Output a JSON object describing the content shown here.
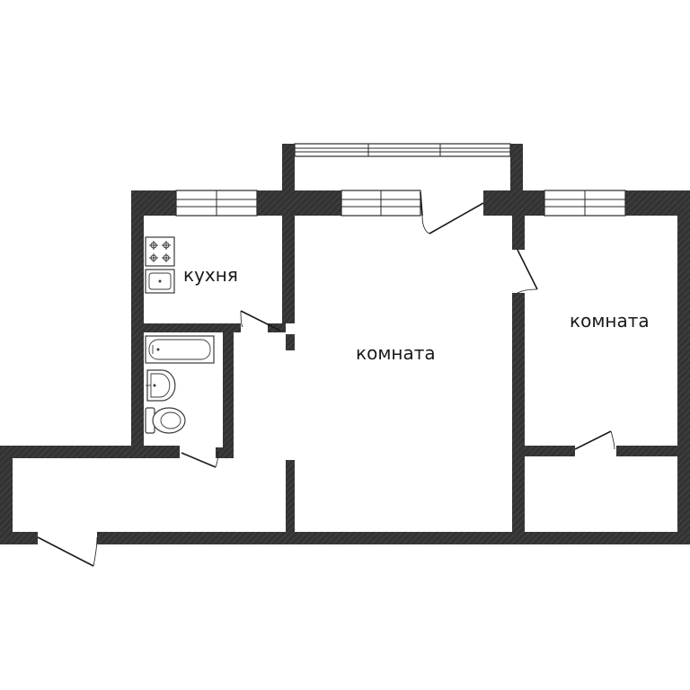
{
  "rooms": {
    "kitchen": "кухня",
    "living_room": "комната",
    "bedroom": "комната"
  },
  "colors": {
    "wall": "#333333",
    "wall_hatch": "#4a4a4a",
    "background": "#ffffff",
    "line": "#1a1a1a"
  },
  "icons": [
    "stove-icon",
    "sink-icon",
    "bathtub-icon",
    "washbasin-icon",
    "toilet-icon"
  ]
}
